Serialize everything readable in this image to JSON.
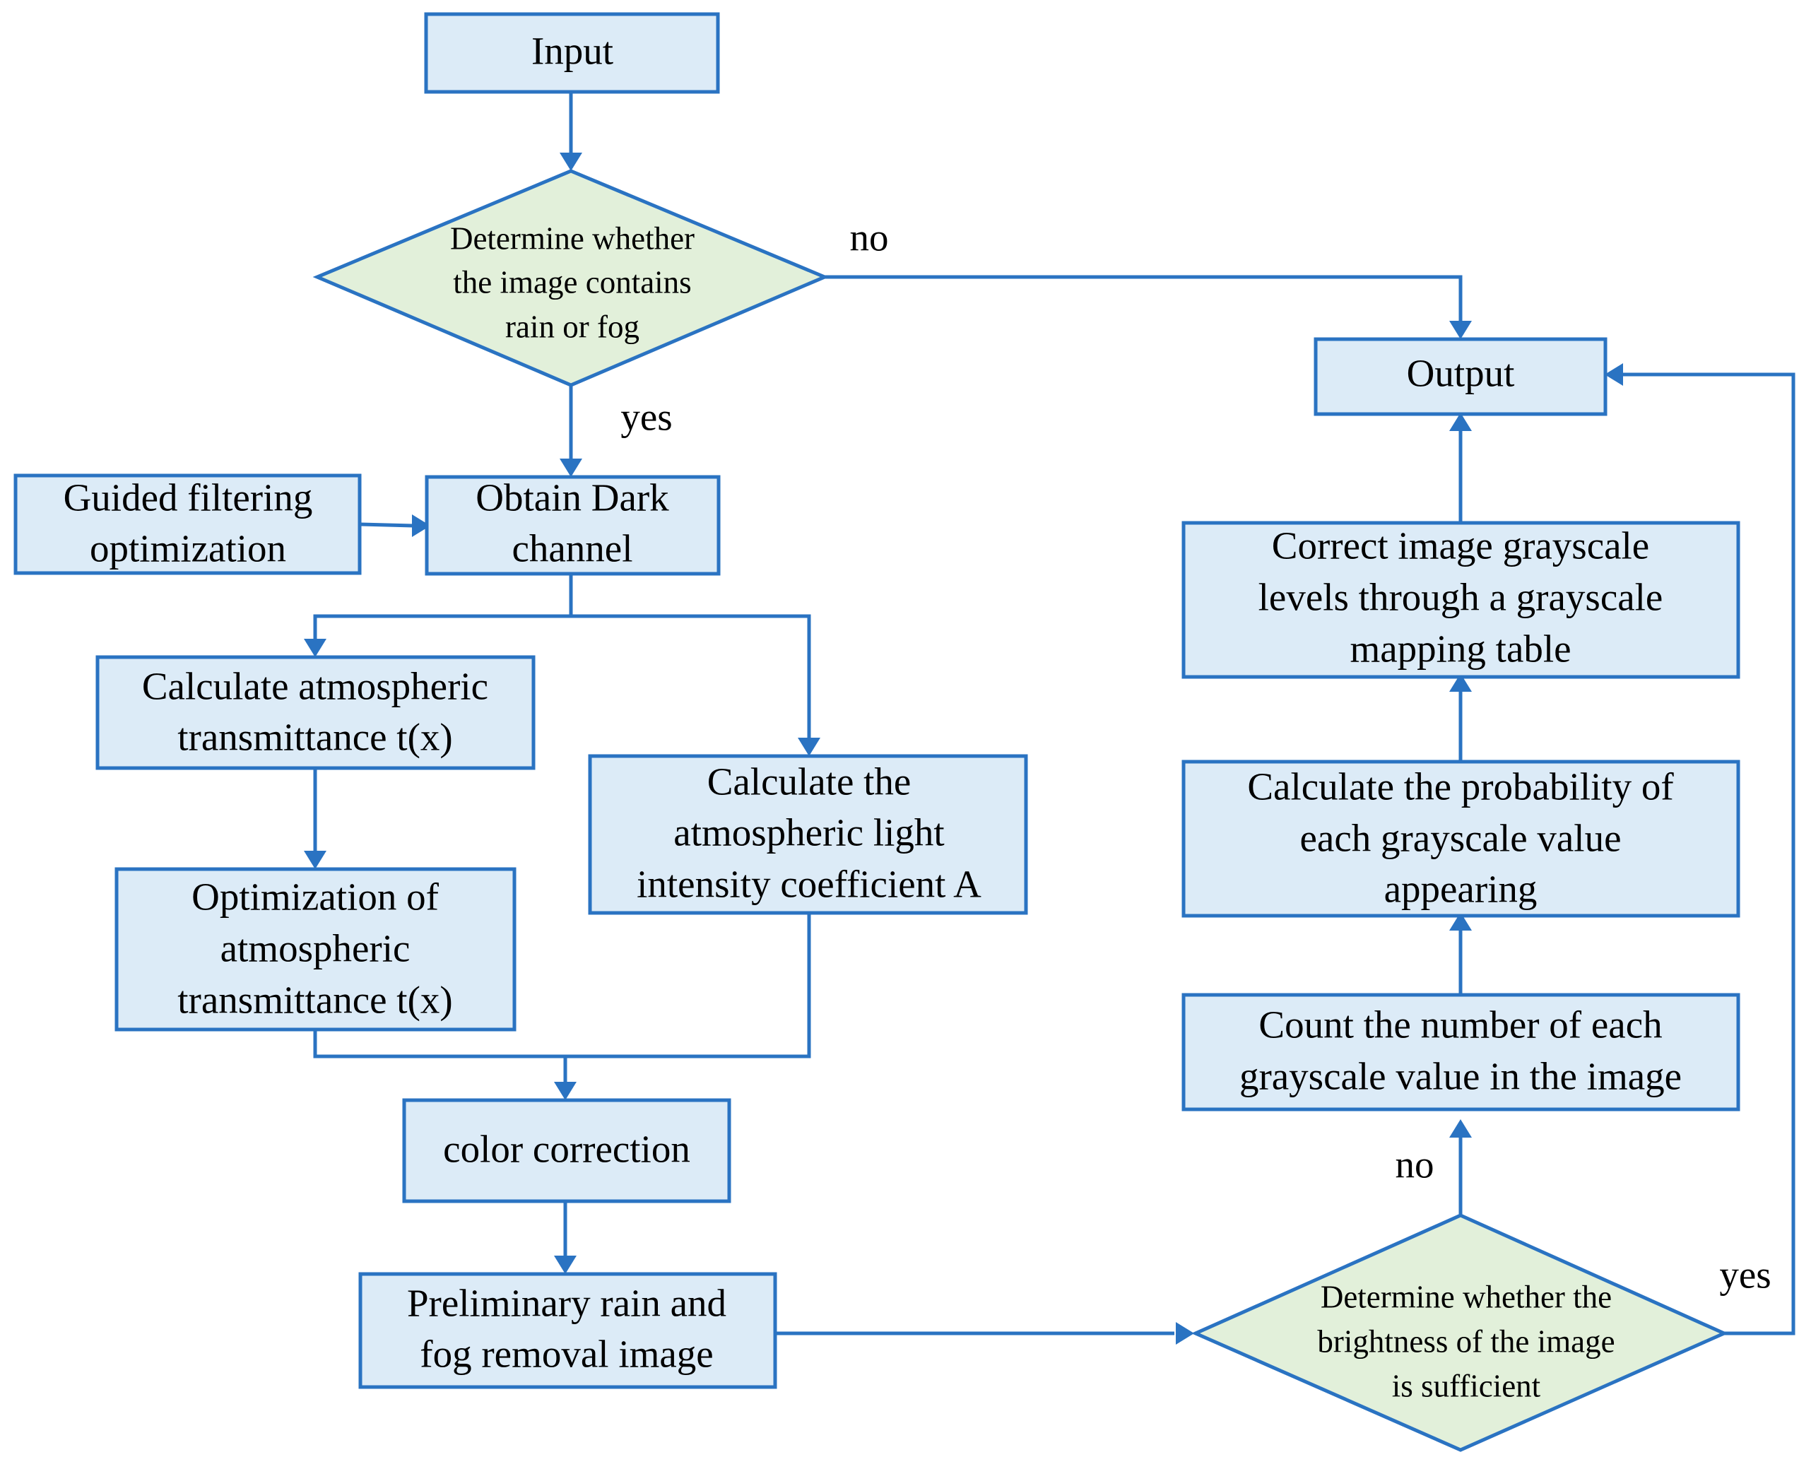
{
  "nodes": {
    "input": "Input",
    "decision_rain_fog": [
      "Determine whether",
      "the image contains",
      "rain or fog"
    ],
    "output": "Output",
    "guided_filtering": [
      "Guided filtering",
      "optimization"
    ],
    "dark_channel": [
      "Obtain Dark",
      "channel"
    ],
    "calc_transmittance": [
      "Calculate atmospheric",
      "transmittance t(x)"
    ],
    "calc_light": [
      "Calculate the",
      "atmospheric light",
      "intensity coefficient A"
    ],
    "opt_transmittance": [
      "Optimization of",
      "atmospheric",
      "transmittance t(x)"
    ],
    "color_correction": "color correction",
    "preliminary": [
      "Preliminary rain and",
      "fog removal image"
    ],
    "decision_brightness": [
      "Determine whether the",
      "brightness of the image",
      "is sufficient"
    ],
    "count_grayscale": [
      "Count the number of each",
      "grayscale value in the image"
    ],
    "calc_probability": [
      "Calculate the probability of",
      "each grayscale value",
      "appearing"
    ],
    "correct_grayscale": [
      "Correct image grayscale",
      "levels through a grayscale",
      "mapping table"
    ]
  },
  "edge_labels": {
    "rain_fog_no": "no",
    "rain_fog_yes": "yes",
    "brightness_no": "no",
    "brightness_yes": "yes"
  },
  "colors": {
    "process_fill": "#dcebf7",
    "decision_fill": "#e2f0da",
    "stroke": "#2a73c2"
  }
}
